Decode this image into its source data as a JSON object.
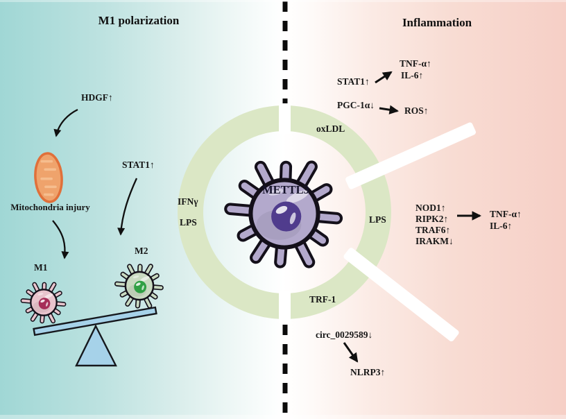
{
  "left_section": {
    "title": "M1 polarization",
    "hdgf_label": "HDGF↑",
    "stat1_label": "STAT1↑",
    "mitochondria_caption": "Mitochondria injury",
    "m1_label": "M1",
    "m2_label": "M2"
  },
  "center_section": {
    "cell_label": "METTL3",
    "ring_labels": {
      "oxldl": "oxLDL",
      "ifn_gamma": "IFNγ",
      "lps_left": "LPS",
      "lps_right": "LPS",
      "trf1": "TRF-1"
    }
  },
  "right_section": {
    "title": "Inflammation",
    "stat1_label": "STAT1↑",
    "stat1_targets": [
      "TNF-α↑",
      "IL-6↑"
    ],
    "pgc1a_label": "PGC-1α↓",
    "ros_label": "ROS↑",
    "lps_cascade": [
      "NOD1↑",
      "RIPK2↑",
      "TRAF6↑",
      "IRAKM↓"
    ],
    "lps_targets": [
      "TNF-α↑",
      "IL-6↑"
    ],
    "circ_label": "circ_0029589↓",
    "nlrp3_label": "NLRP3↑"
  },
  "colors": {
    "bg_left_teal": "#a0d7d5",
    "bg_right_pink": "#f6cfc6",
    "ring_green": "#dbe7c5",
    "mettl3_cell_body": "#b3a9cc",
    "mettl3_nucleus": "#503c8d",
    "m1_cell_body": "#e8c4cd",
    "m1_nucleus": "#a62d58",
    "m2_cell_body": "#c9dac1",
    "m2_nucleus": "#31a044",
    "mitochondria_orange": "#efa36c",
    "seesaw_blue": "#a6d2e9",
    "divider_black": "#0b0b0b"
  }
}
